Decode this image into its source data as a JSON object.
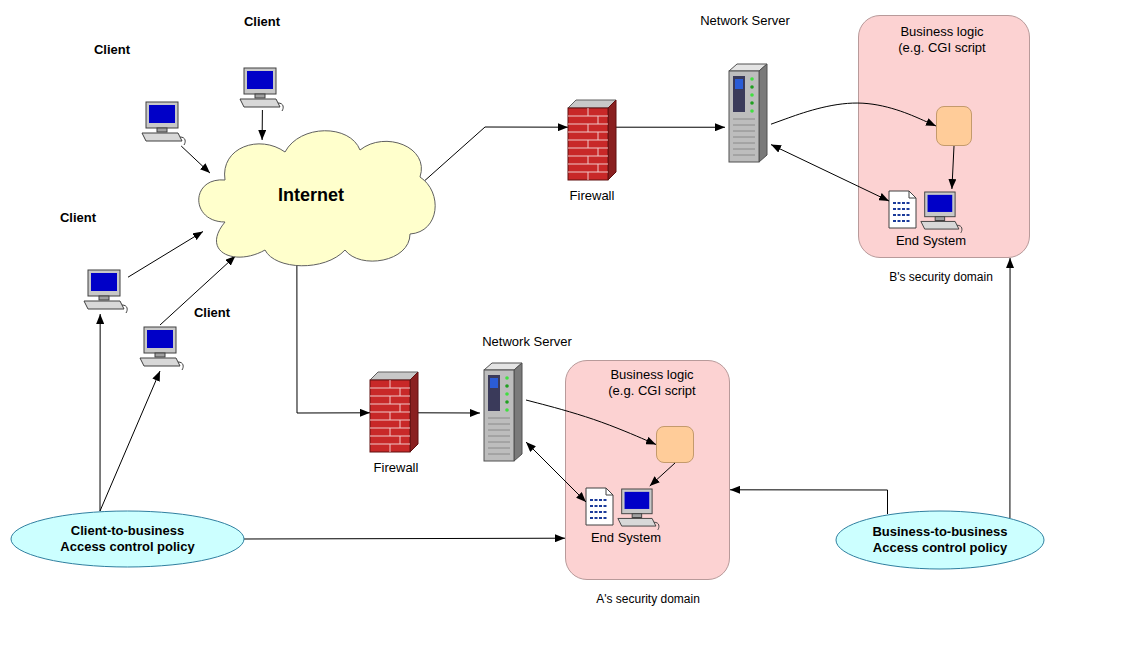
{
  "diagram": {
    "nodes": [
      {
        "text": [
          "Client"
        ]
      },
      {
        "text": [
          "Client"
        ]
      },
      {
        "text": [
          "Internet"
        ]
      },
      {
        "text": [
          "Client"
        ]
      },
      {
        "text": [
          "Client"
        ]
      },
      {
        "text": [
          "Network Server"
        ]
      },
      {
        "text": [
          "Firewall"
        ]
      },
      {
        "text": [
          "B's security domain"
        ]
      },
      {
        "text": [
          "Business logic (e.g. CGI script"
        ],
        "in": 7
      },
      {
        "text": [
          "End System"
        ],
        "in": 7
      },
      {
        "text": [
          "Network Server"
        ]
      },
      {
        "text": [
          "Firewall"
        ]
      },
      {
        "text": [
          "A's security domain"
        ]
      },
      {
        "text": [
          "Business logic (e.g. CGI script"
        ],
        "in": 12
      },
      {
        "text": [
          "End System"
        ],
        "in": 12
      },
      {
        "text": [
          "Client-to-business Access control policy"
        ]
      },
      {
        "text": [
          "Business-to-business Access control policy"
        ]
      }
    ],
    "edges": [
      {
        "from": 0,
        "to": 2,
        "arrow": "to"
      },
      {
        "from": 1,
        "to": 2,
        "arrow": "to"
      },
      {
        "from": 3,
        "to": 2,
        "arrow": "to"
      },
      {
        "from": 4,
        "to": 2,
        "arrow": "to"
      },
      {
        "from": 2,
        "to": 6,
        "arrow": "to"
      },
      {
        "from": 6,
        "to": 5,
        "arrow": "to"
      },
      {
        "from": 5,
        "to": 8,
        "arrow": "to"
      },
      {
        "from": 8,
        "to": 9,
        "arrow": "to"
      },
      {
        "from": 5,
        "to": 9,
        "arrow": "both"
      },
      {
        "from": 2,
        "to": 11,
        "arrow": "to"
      },
      {
        "from": 11,
        "to": 10,
        "arrow": "to"
      },
      {
        "from": 10,
        "to": 13,
        "arrow": "to"
      },
      {
        "from": 13,
        "to": 14,
        "arrow": "to"
      },
      {
        "from": 10,
        "to": 14,
        "arrow": "both"
      },
      {
        "from": 15,
        "to": 3,
        "arrow": "to"
      },
      {
        "from": 15,
        "to": 4,
        "arrow": "to"
      },
      {
        "from": 15,
        "to": 12,
        "arrow": "to"
      },
      {
        "from": 16,
        "to": 12,
        "arrow": "to"
      },
      {
        "from": 16,
        "to": 7,
        "arrow": "to"
      }
    ]
  }
}
